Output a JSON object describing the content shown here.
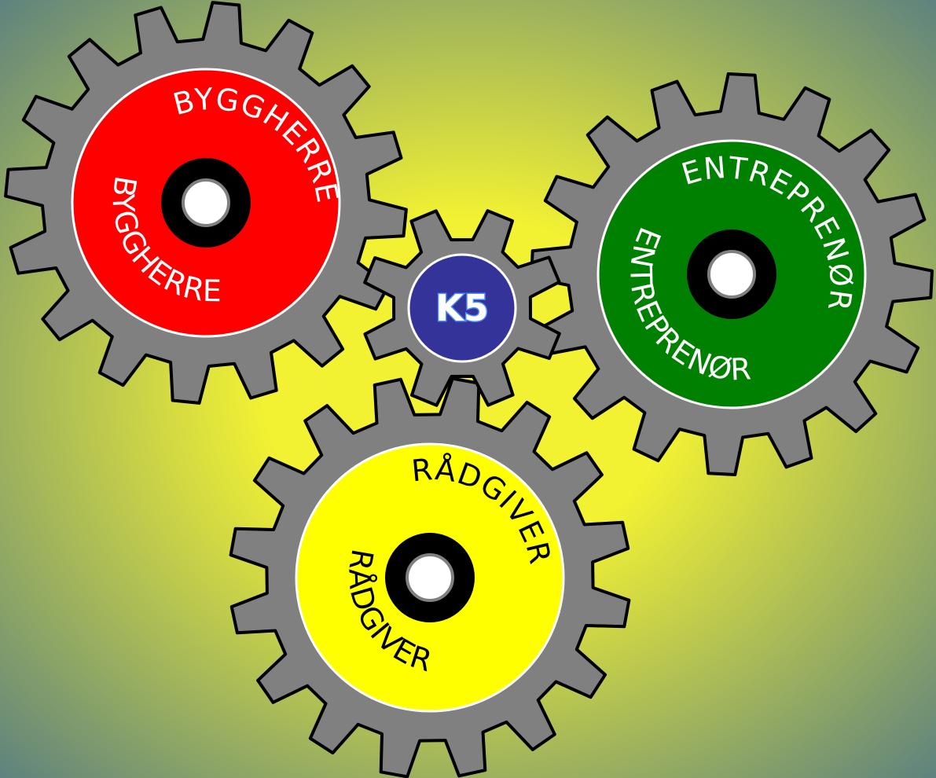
{
  "colors": {
    "background_center": "#f3f232",
    "background_edge": "#5a7f80",
    "gear_body": "#808080",
    "gear_outline": "#000000",
    "hub_ring": "#000000",
    "hub_hole": "#ffffff"
  },
  "gears": {
    "bygghere": {
      "face_color": "#ff0000",
      "text_color": "#ffffff",
      "label_outer": "BYGGHERRE",
      "label_inner": "BYGGHERRE"
    },
    "entreprenor": {
      "face_color": "#008000",
      "text_color": "#ffffff",
      "label_outer": "ENTREPRENØR",
      "label_inner": "ENTREPRENØR"
    },
    "radgiver": {
      "face_color": "#ffff00",
      "text_color": "#000000",
      "label_outer": "RÅDGIVER",
      "label_inner": "RÅDGIVER"
    },
    "center": {
      "face_color": "#333399",
      "logo_text": "K5",
      "logo_fill": "#ffffff",
      "logo_stroke": "#4a8cff"
    }
  }
}
